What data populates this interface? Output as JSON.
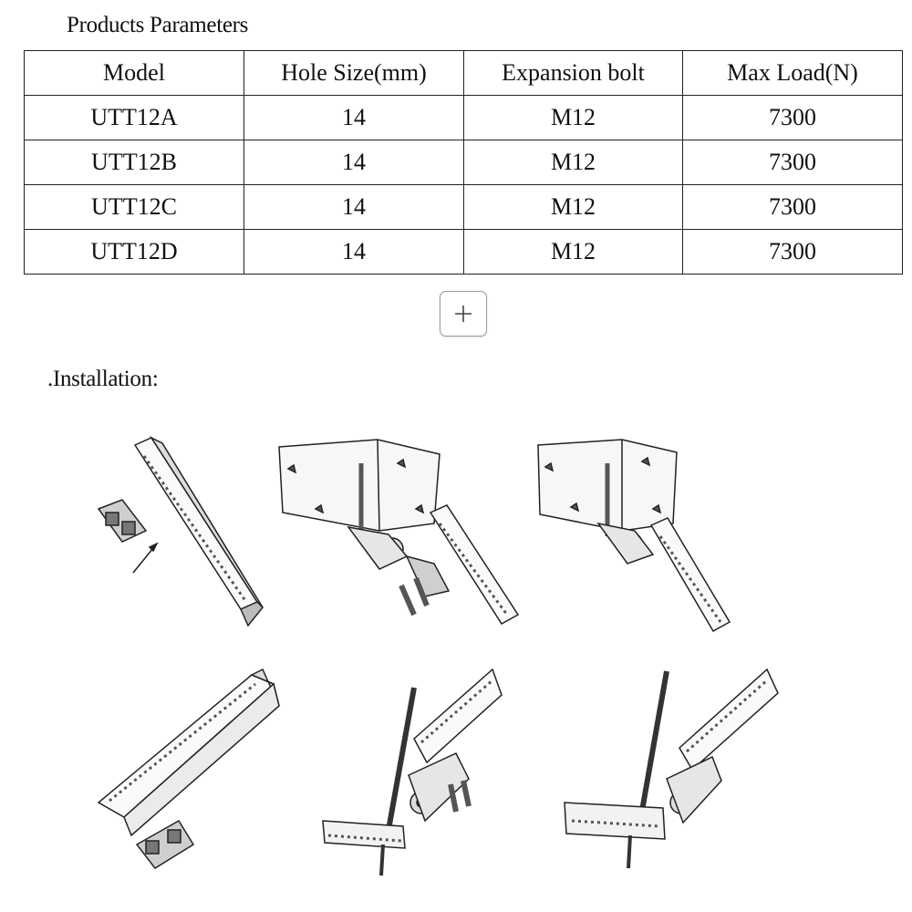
{
  "params": {
    "title": "Products Parameters",
    "columns": [
      "Model",
      "Hole Size(mm)",
      "Expansion bolt",
      "Max Load(N)"
    ],
    "rows": [
      [
        "UTT12A",
        "14",
        "M12",
        "7300"
      ],
      [
        "UTT12B",
        "14",
        "M12",
        "7300"
      ],
      [
        "UTT12C",
        "14",
        "M12",
        "7300"
      ],
      [
        "UTT12D",
        "14",
        "M12",
        "7300"
      ]
    ]
  },
  "add_button": {
    "icon": "plus-icon"
  },
  "installation": {
    "title": ".Installation:",
    "steps": [
      "step-1",
      "step-2",
      "step-3",
      "step-4",
      "step-5",
      "step-6"
    ]
  }
}
